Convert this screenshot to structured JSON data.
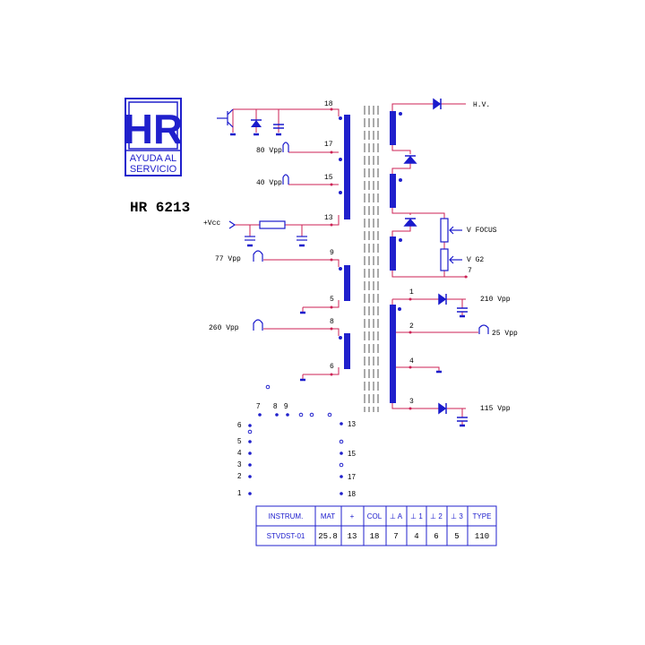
{
  "colors": {
    "wire": "#cc2255",
    "component": "#1a1acc",
    "dot": "#cc2255",
    "coil": "#2020cc",
    "text": "#000000"
  },
  "logo": {
    "mark": "HR",
    "line1": "AYUDA AL",
    "line2": "SERVICIO"
  },
  "model": "HR 6213",
  "primary": {
    "vcc": "+Vcc",
    "signal_80": "80 Vpp",
    "signal_40": "40 Vpp",
    "signal_77": "77 Vpp",
    "signal_260": "260 Vpp",
    "pin_18": "18",
    "pin_17": "17",
    "pin_15": "15",
    "pin_13": "13",
    "pin_9": "9",
    "pin_5": "5",
    "pin_8": "8",
    "pin_6": "6"
  },
  "secondary": {
    "hv": "H.V.",
    "focus": "V FOCUS",
    "g2": "V G2",
    "pin_7": "7",
    "pin_1": "1",
    "pin_2": "2",
    "pin_4": "4",
    "pin_3": "3",
    "out_210": "210 Vpp",
    "out_25": "25 Vpp",
    "out_115": "115 Vpp"
  },
  "pinout": {
    "top": [
      "7",
      "8",
      "9"
    ],
    "left": [
      "6",
      "5",
      "4",
      "3",
      "2",
      "1"
    ],
    "right": [
      "13",
      "15",
      "17",
      "18"
    ]
  },
  "table": {
    "headers": [
      "INSTRUM.",
      "MAT",
      "+",
      "COL",
      "⊥ A",
      "⊥ 1",
      "⊥ 2",
      "⊥ 3",
      "TYPE"
    ],
    "values": [
      "STVDST-01",
      "25.8",
      "13",
      "18",
      "7",
      "4",
      "6",
      "5",
      "110"
    ]
  }
}
